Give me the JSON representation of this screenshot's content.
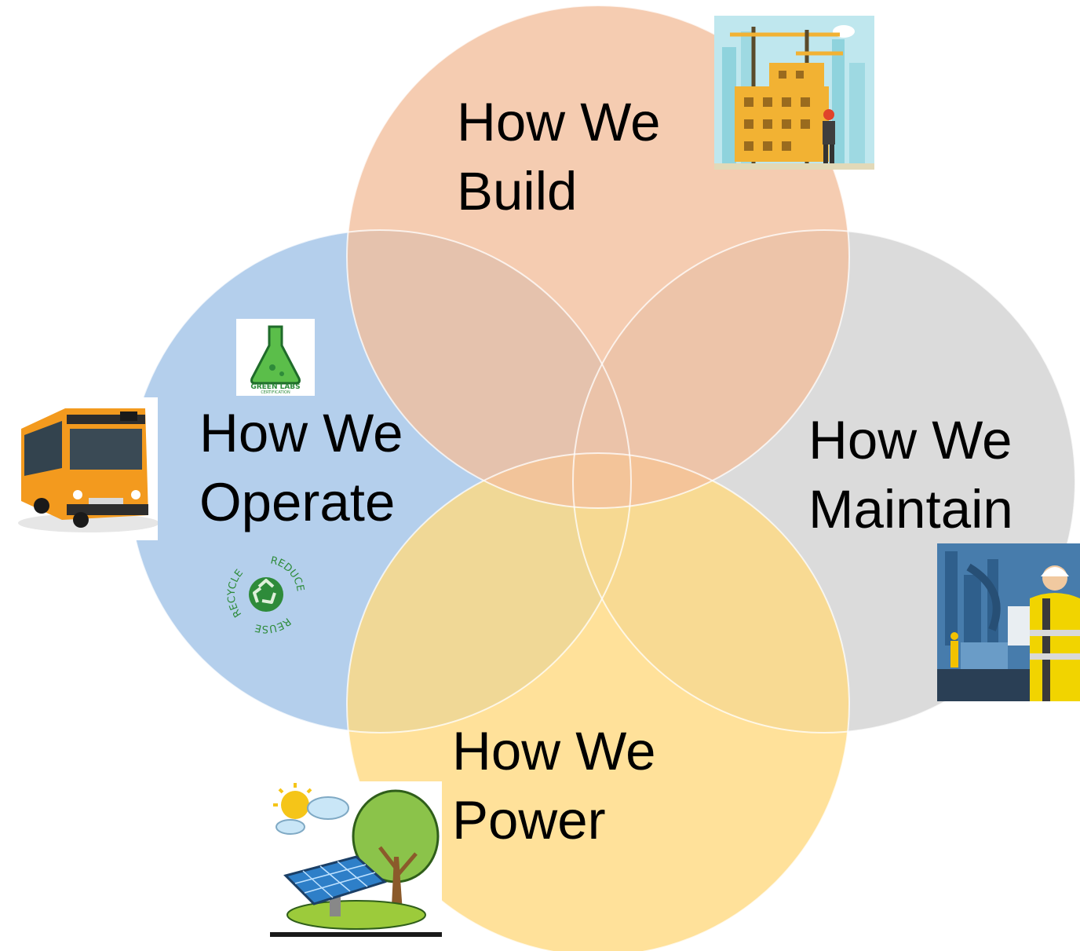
{
  "diagram": {
    "type": "four-circle venn diagram",
    "circles": [
      {
        "id": "build",
        "label_line1": "How We",
        "label_line2": "Build",
        "color": "#F2BE9B",
        "icon": "building-construction-crane-icon"
      },
      {
        "id": "operate",
        "label_line1": "How We",
        "label_line2": "Operate",
        "color": "#AECBEA",
        "icon": "city-bus-icon"
      },
      {
        "id": "maintain",
        "label_line1": "How We",
        "label_line2": "Maintain",
        "color": "#D5D5D5",
        "icon": "industrial-engineer-icon"
      },
      {
        "id": "power",
        "label_line1": "How We",
        "label_line2": "Power",
        "color": "#FFDA81",
        "icon": "solar-panel-tree-icon"
      }
    ],
    "badges": [
      {
        "name": "green-labs-badge",
        "text_line1": "GREEN LABS",
        "text_line2": "CERTIFICATION",
        "color": "#2E8B3A"
      },
      {
        "name": "reduce-reuse-recycle-badge",
        "words": [
          "REDUCE",
          "REUSE",
          "RECYCLE"
        ],
        "color": "#2E8B3A"
      }
    ]
  }
}
